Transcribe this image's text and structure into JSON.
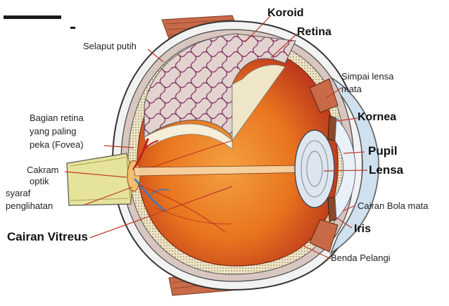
{
  "diagram": {
    "labels": {
      "koroid": "Koroid",
      "retina": "Retina",
      "selaput_putih": "Selaput putih",
      "simpai_lensa_line1": "Simpai lensa",
      "simpai_lensa_line2": "mata",
      "kornea": "Kornea",
      "fovea_line1": "Bagian retina",
      "fovea_line2": "yang paling",
      "fovea_line3": "peka  (Fovea)",
      "pupil": "Pupil",
      "cakram_line1": "Cakram",
      "cakram_line2": "optik",
      "lensa": "Lensa",
      "syaraf_line1": "syaraf",
      "syaraf_line2": "penglihatan",
      "cairan_bola_mata": "Cairan Bola mata",
      "cairan_vitreus": "Cairan Vitreus",
      "iris": "Iris",
      "benda_pelangi": "Benda Pelangi"
    },
    "colors": {
      "leader_line": "#c0392b",
      "vitreous": "#e0601a",
      "vitreous_dark": "#b5321a",
      "sclera": "#f0f0f0",
      "choroid": "#d9c7c0",
      "vessel_net": "#8a3c6a",
      "retina_layer": "#e0c9a0",
      "cornea": "#cfe0ee",
      "lens": "#dde6ee",
      "nerve": "#e6e39a",
      "muscle": "#c86a48"
    }
  }
}
